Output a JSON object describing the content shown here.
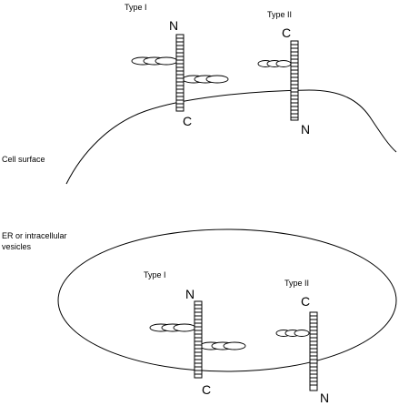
{
  "top": {
    "type1_label": "Type I",
    "type2_label": "Type II",
    "type1_n": "N",
    "type1_c": "C",
    "type2_c": "C",
    "type2_n": "N",
    "membrane_label": "Cell surface"
  },
  "bottom": {
    "compartment_label_line1": "ER or intracellular",
    "compartment_label_line2": "vesicles",
    "type1_label": "Type I",
    "type2_label": "Type II",
    "type1_n": "N",
    "type1_c": "C",
    "type2_c": "C",
    "type2_n": "N"
  }
}
